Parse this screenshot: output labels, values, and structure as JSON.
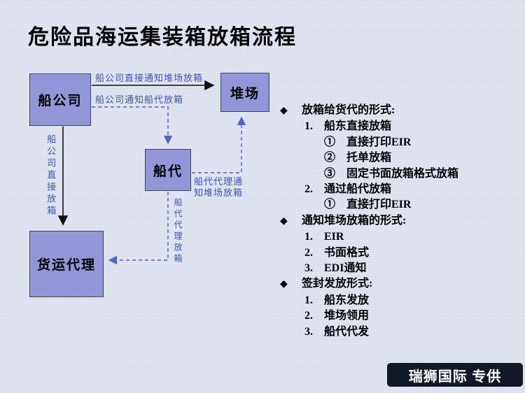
{
  "title": "危险品海运集装箱放箱流程",
  "nodes": {
    "shipping_company": "船公司",
    "yard": "堆场",
    "ship_agent": "船代",
    "freight_forwarder": "货运代理"
  },
  "edges": {
    "direct_notify_yard": "船公司直接通知堆场放箱",
    "notify_agent": "船公司通知船代放箱",
    "agent_notify_yard": "船代代理通知堆场放箱",
    "direct_release": "船公司直接放箱",
    "agent_release": "船代代理放箱"
  },
  "outline": [
    {
      "bullet": "◆",
      "heading": "放箱给货代的形式:",
      "items": [
        {
          "num": "1.",
          "text": "船东直接放箱",
          "subs": [
            "①　直接打印EIR",
            "②　托单放箱",
            "③　固定书面放箱格式放箱"
          ]
        },
        {
          "num": "2.",
          "text": "通过船代放箱",
          "subs": [
            "①　直接打印EIR"
          ]
        }
      ]
    },
    {
      "bullet": "◆",
      "heading": "通知堆场放箱的形式:",
      "items": [
        {
          "num": "1.",
          "text": "EIR",
          "subs": []
        },
        {
          "num": "2.",
          "text": "书面格式",
          "subs": []
        },
        {
          "num": "3.",
          "text": "EDI通知",
          "subs": []
        }
      ]
    },
    {
      "bullet": "◆",
      "heading": "签封发放形式:",
      "items": [
        {
          "num": "1.",
          "text": "船东发放",
          "subs": []
        },
        {
          "num": "2.",
          "text": "堆场领用",
          "subs": []
        },
        {
          "num": "3.",
          "text": "船代代发",
          "subs": []
        }
      ]
    }
  ],
  "watermark": "瑞狮国际 专供",
  "colors": {
    "background": "#dfe3f0",
    "box_fill": "#9295d7",
    "label_blue": "#3b55b8",
    "arrow_black": "#111111",
    "arrow_blue": "#4f63c8",
    "watermark_bg": "#101a26",
    "watermark_text": "#ffffff"
  }
}
